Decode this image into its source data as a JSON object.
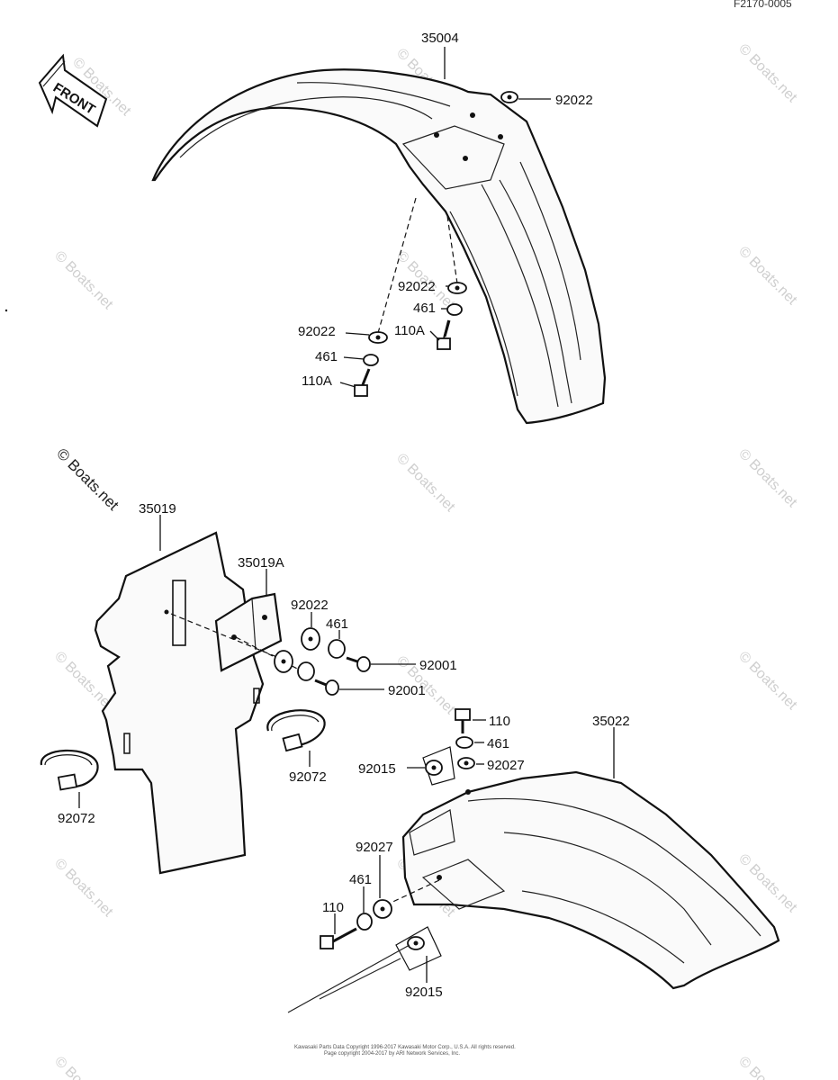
{
  "reference_code": "F2170-0005",
  "watermark_text": "© Boats.net",
  "front_arrow_label": "FRONT",
  "callouts": {
    "p35004": "35004",
    "p92022_top": "92022",
    "p92022_mid": "92022",
    "p461_mid": "461",
    "p110A_mid": "110A",
    "p92022_left": "92022",
    "p461_left": "461",
    "p110A_left": "110A",
    "p35019": "35019",
    "p35019A": "35019A",
    "p92022_flap": "92022",
    "p461_flap": "461",
    "p92001_a": "92001",
    "p92001_b": "92001",
    "p92072_a": "92072",
    "p92072_b": "92072",
    "p110_top": "110",
    "p461_top": "461",
    "p92027_top": "92027",
    "p92015_top": "92015",
    "p35022": "35022",
    "p92027_low": "92027",
    "p461_low": "461",
    "p110_low": "110",
    "p92015_low": "92015"
  },
  "copyright_line1": "Kawasaki Parts Data Copyright 1996-2017 Kawasaki Motor Corp., U.S.A. All rights reserved.",
  "copyright_line2": "Page copyright 2004-2017 by ARI Network Services, Inc."
}
